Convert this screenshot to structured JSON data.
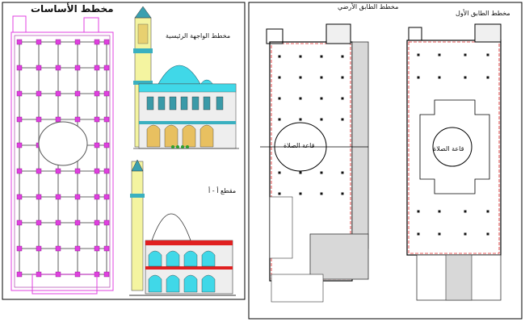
{
  "drawing": {
    "foundation_title": "مخطط الأساسات",
    "main_facade_title": "مخطط الواجهة الرئيسية",
    "section_title": "مقطع أ - أ",
    "ground_floor_title": "مخطط الطابق الأرضي",
    "first_floor_title": "مخطط الطابق الأول",
    "prayer_hall_ground": "قاعة الصلاة",
    "prayer_hall_first": "قاعة الصلاة"
  },
  "colors": {
    "frame": "#000000",
    "column_magenta": "#e040e0",
    "wall_red": "#e02020",
    "dome_cyan": "#40d8e8",
    "floor_blue": "#4040c8",
    "tile_gray": "#bfbfbf"
  }
}
